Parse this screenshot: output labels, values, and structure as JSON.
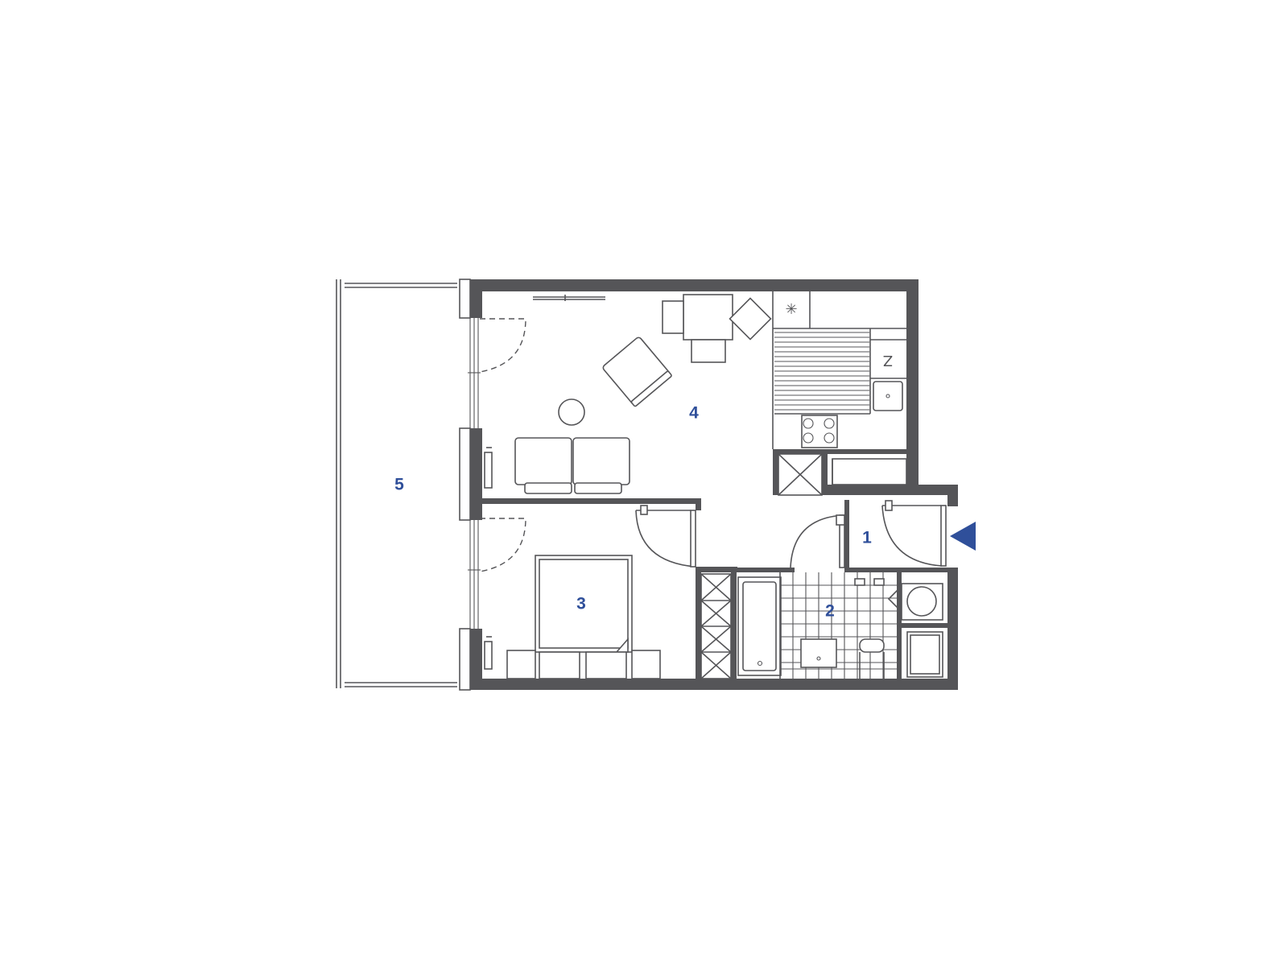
{
  "rooms": [
    {
      "id": "1",
      "label": "1"
    },
    {
      "id": "2",
      "label": "2"
    },
    {
      "id": "3",
      "label": "3"
    },
    {
      "id": "4",
      "label": "4"
    },
    {
      "id": "5",
      "label": "5"
    }
  ],
  "icons": {
    "entrance": "entrance-arrow-icon",
    "freezer": "snowflake-icon",
    "fridge": "fridge-icon"
  },
  "glyphs": {
    "freezer_symbol": "✳",
    "fridge_symbol": "Z"
  },
  "colors": {
    "wall": "#555558",
    "label": "#2f4f9a",
    "entrance_arrow": "#2f4f9a"
  }
}
